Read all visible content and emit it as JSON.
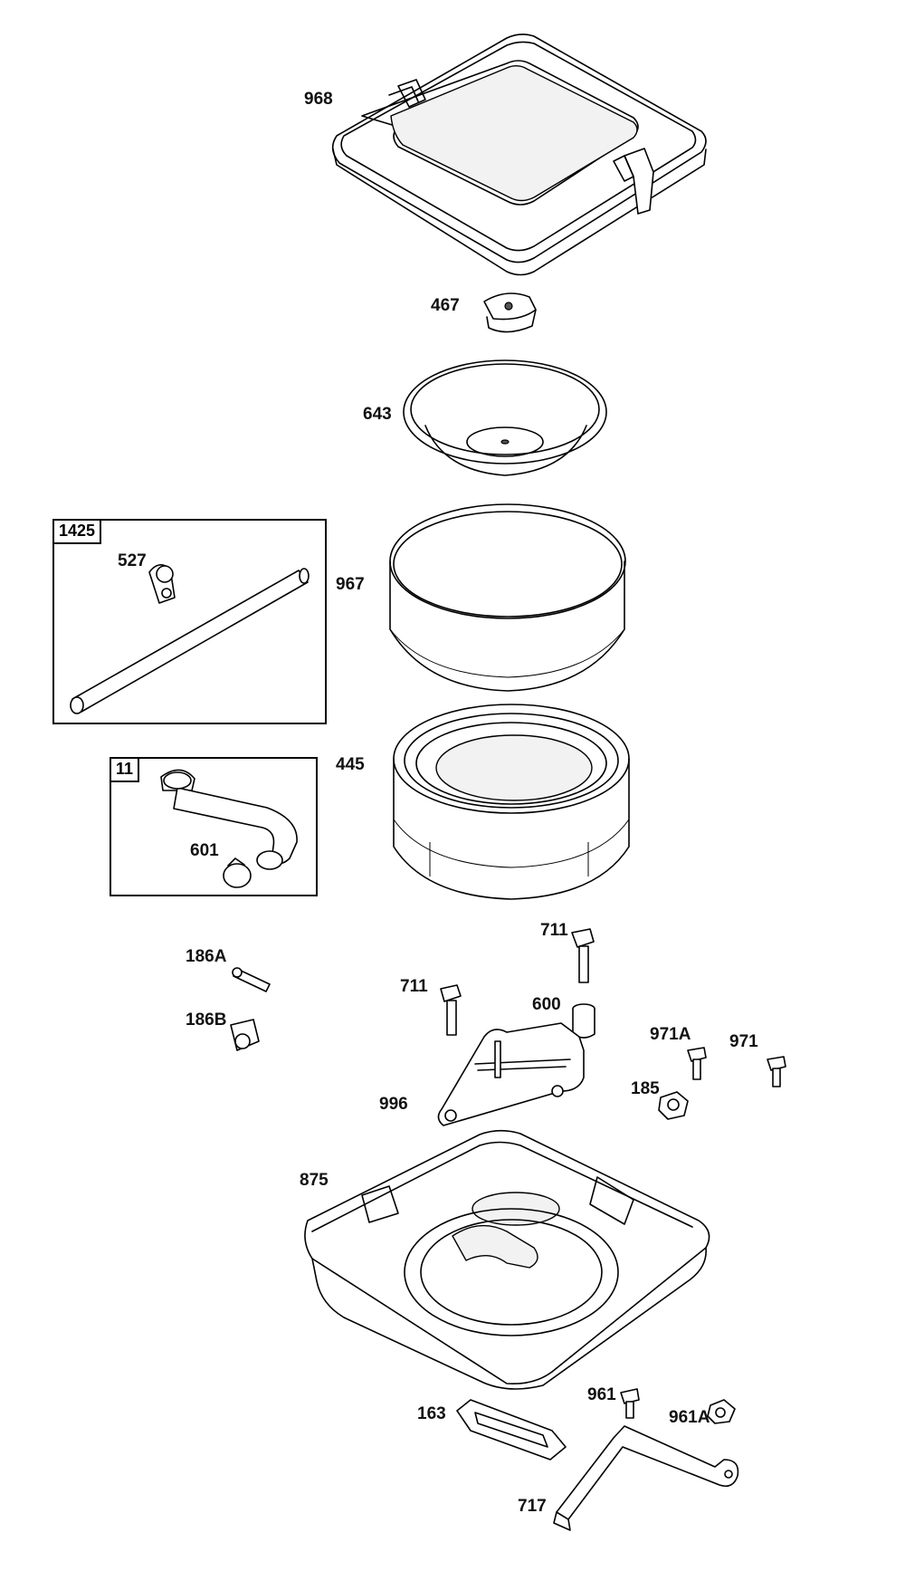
{
  "labels": {
    "p968": "968",
    "p467": "467",
    "p643": "643",
    "p967": "967",
    "p445": "445",
    "p1425": "1425",
    "p527": "527",
    "p11": "11",
    "p601": "601",
    "p711a": "711",
    "p711b": "711",
    "p186a": "186A",
    "p186b": "186B",
    "p600": "600",
    "p971a": "971A",
    "p971": "971",
    "p185": "185",
    "p996": "996",
    "p875": "875",
    "p961": "961",
    "p961a": "961A",
    "p163": "163",
    "p717": "717"
  }
}
